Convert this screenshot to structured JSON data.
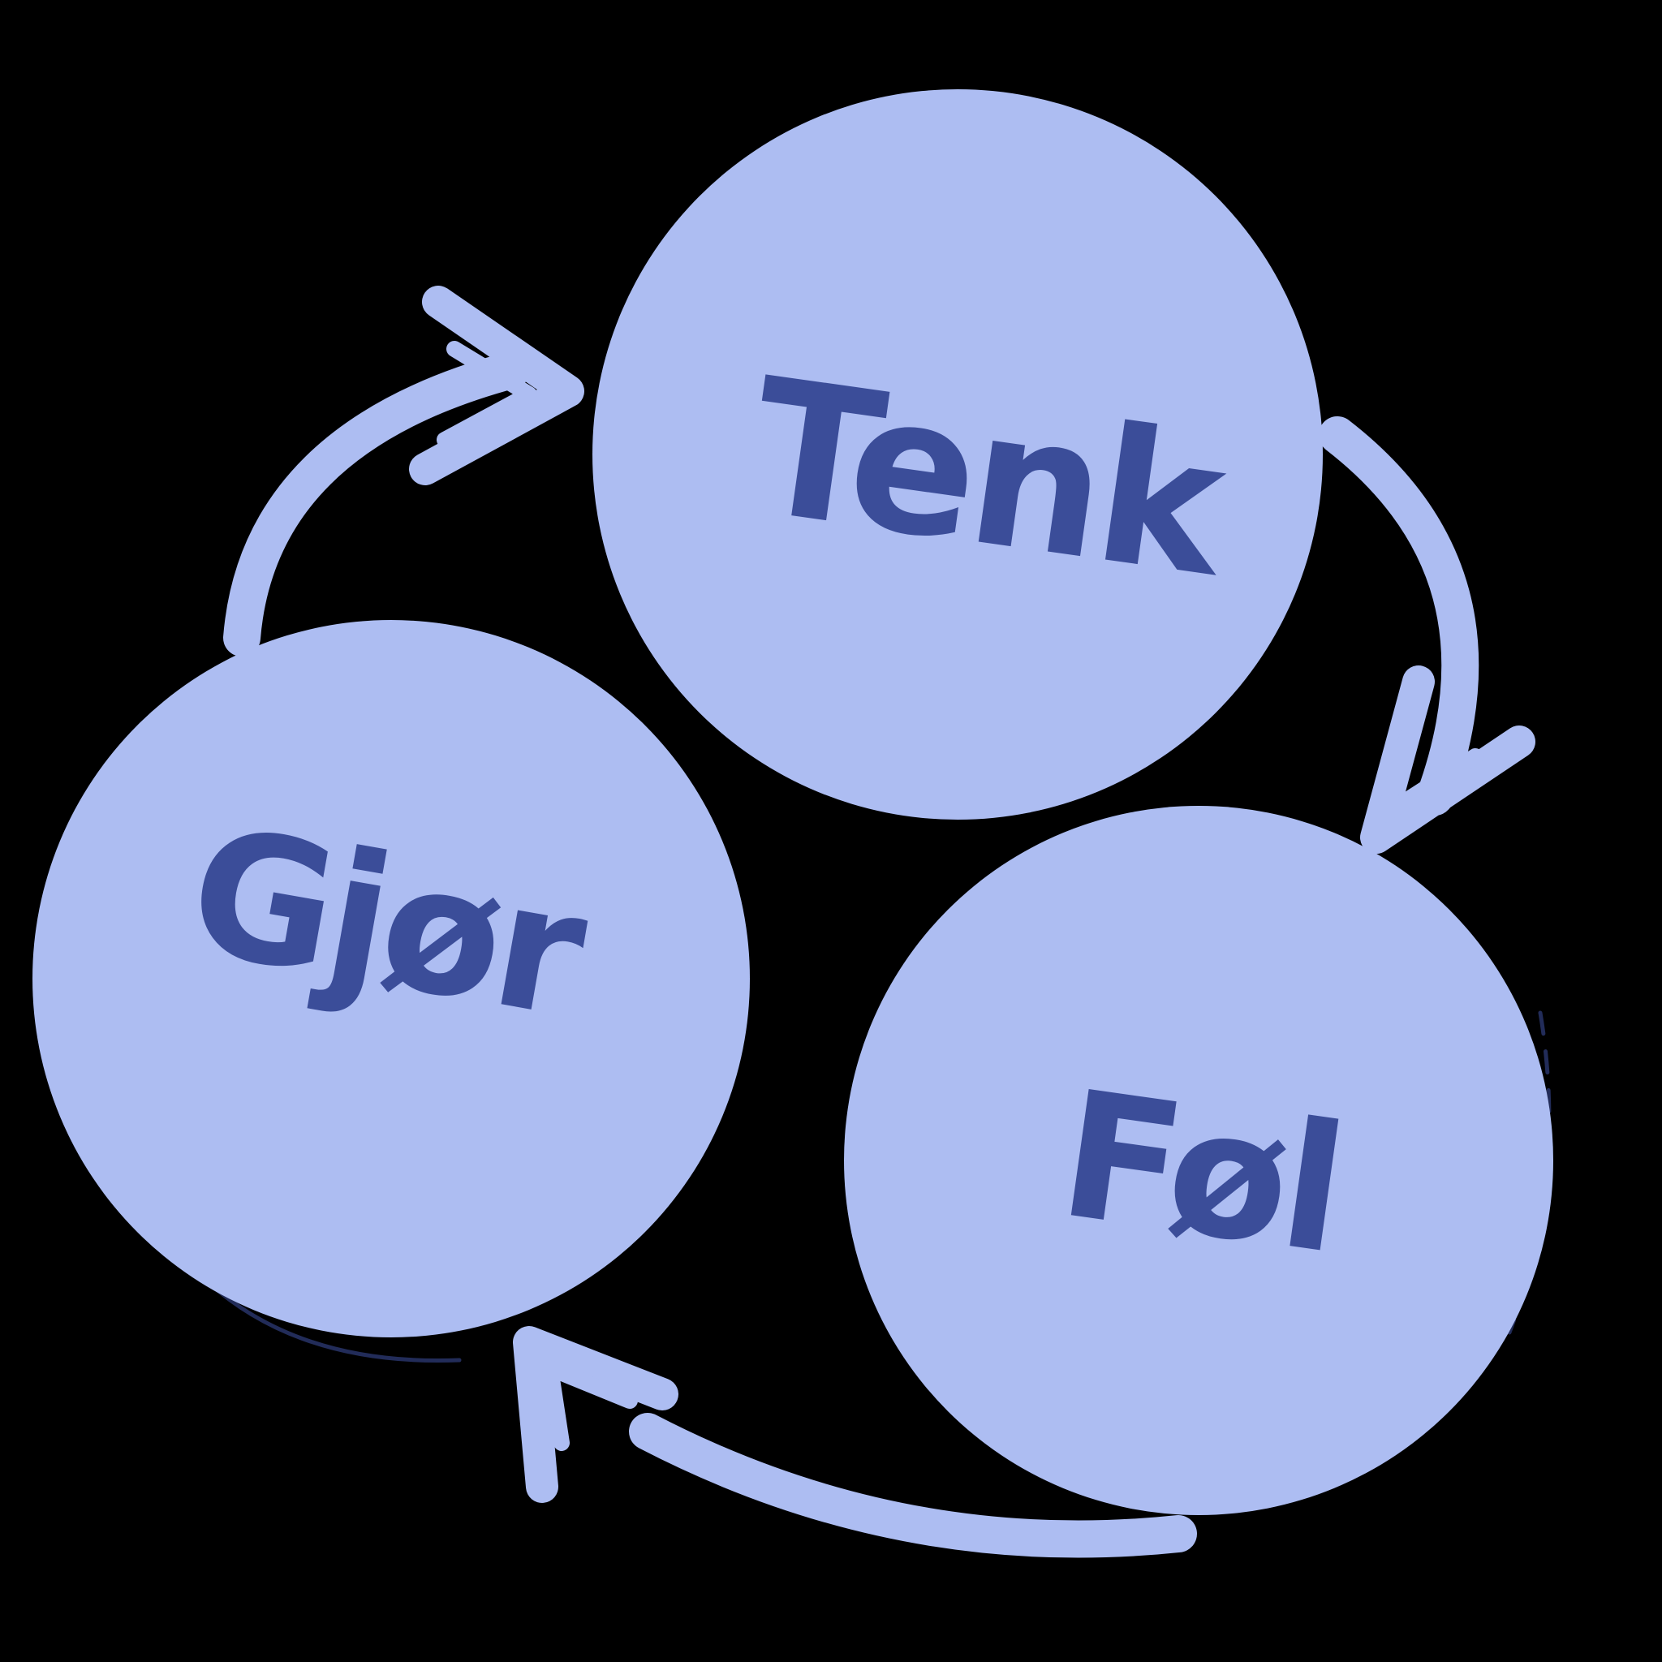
{
  "diagram": {
    "type": "cycle",
    "nodes": [
      {
        "id": "tenk",
        "label": "Tenk"
      },
      {
        "id": "gjor",
        "label": "Gjør"
      },
      {
        "id": "fol",
        "label": "Føl"
      }
    ],
    "edges": [
      {
        "from": "gjor",
        "to": "tenk"
      },
      {
        "from": "tenk",
        "to": "fol"
      },
      {
        "from": "fol",
        "to": "gjor"
      }
    ],
    "colors": {
      "background": "#000000",
      "node_fill": "#adbdf2",
      "label_text": "#3b4d99",
      "arrow": "#adbdf2"
    }
  }
}
